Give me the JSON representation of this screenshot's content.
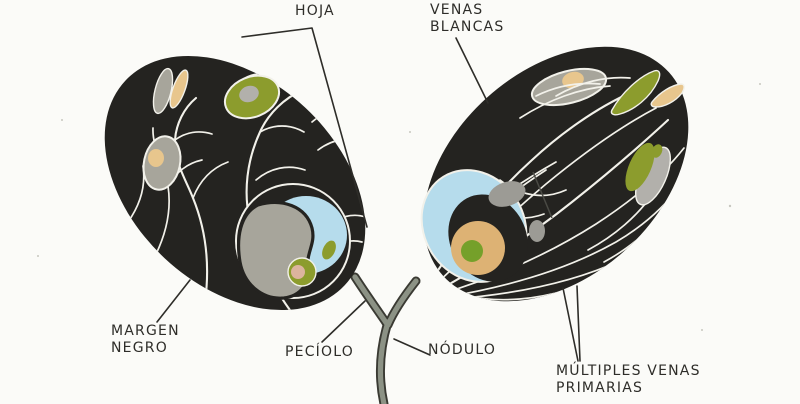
{
  "labels": {
    "hoja": "HOJA",
    "venas_blancas": "VENAS\nBLANCAS",
    "margen_negro": "MARGEN\nNEGRO",
    "peciolo": "PECÍOLO",
    "nodulo": "NÓDULO",
    "multiples_venas_primarias": "MÚLTIPLES VENAS\nPRIMARIAS"
  },
  "colors": {
    "background": "#fbfbf8",
    "leaf_black": "#242320",
    "vein_white": "#f2f1ea",
    "olive": "#8c9c2d",
    "olive_dark": "#75a02a",
    "blob_gray": "#a7a59b",
    "blob_gray_light": "#b2b0ab",
    "gray_cool": "#9c9b95",
    "tan": "#ddb274",
    "tan_light": "#e8c68d",
    "tan_pink": "#dcb49e",
    "light_blue": "#b6dcec",
    "stem_fill": "#8c9285",
    "stem_outline": "#3a3a33",
    "line_color": "#2e2d29",
    "text_color": "#2e2d29"
  }
}
